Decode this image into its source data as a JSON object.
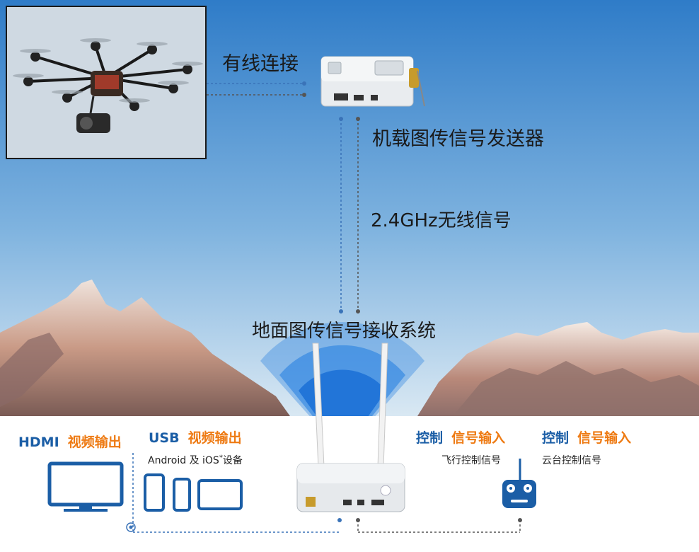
{
  "labels": {
    "wired_connection": "有线连接",
    "transmitter": "机载图传信号发送器",
    "wireless_signal": "2.4GHz无线信号",
    "ground_system": "地面图传信号接收系统"
  },
  "outputs": {
    "hdmi": {
      "title": "HDMI",
      "subtitle": "视频输出"
    },
    "usb": {
      "title": "USB",
      "subtitle": "视频输出",
      "devices_prefix": "Android 及 iOS",
      "devices_mark": "*",
      "devices_suffix": "设备"
    },
    "control_flight": {
      "title": "控制",
      "subtitle": "信号输入",
      "desc": "飞行控制信号"
    },
    "control_gimbal": {
      "title": "控制",
      "subtitle": "信号输入",
      "desc": "云台控制信号"
    }
  },
  "icons": {
    "drone": "octocopter-drone-icon",
    "transmitter": "transmitter-box-icon",
    "receiver": "receiver-antenna-icon",
    "monitor": "monitor-icon",
    "phone": "phone-icon",
    "tablet": "tablet-icon",
    "remote": "remote-controller-icon"
  },
  "colors": {
    "sky_top": "#2f7cc8",
    "sky_bottom": "#cfe2f1",
    "accent_blue": "#1b5ea6",
    "accent_orange": "#ee7b14",
    "signal_blue": "#1a6fd6"
  }
}
